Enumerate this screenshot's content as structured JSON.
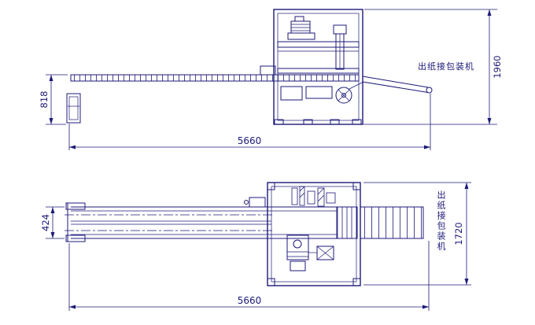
{
  "colors": {
    "ink": "#1c1a78",
    "background": "#ffffff"
  },
  "elevation": {
    "machine_label": "出纸接包装机",
    "dim_infeed_height": "818",
    "dim_machine_height": "1960",
    "dim_overall_length": "5660"
  },
  "plan": {
    "machine_label": "出纸接包装机",
    "dim_conveyor_width": "424",
    "dim_machine_depth": "1720",
    "dim_overall_length": "5660"
  }
}
